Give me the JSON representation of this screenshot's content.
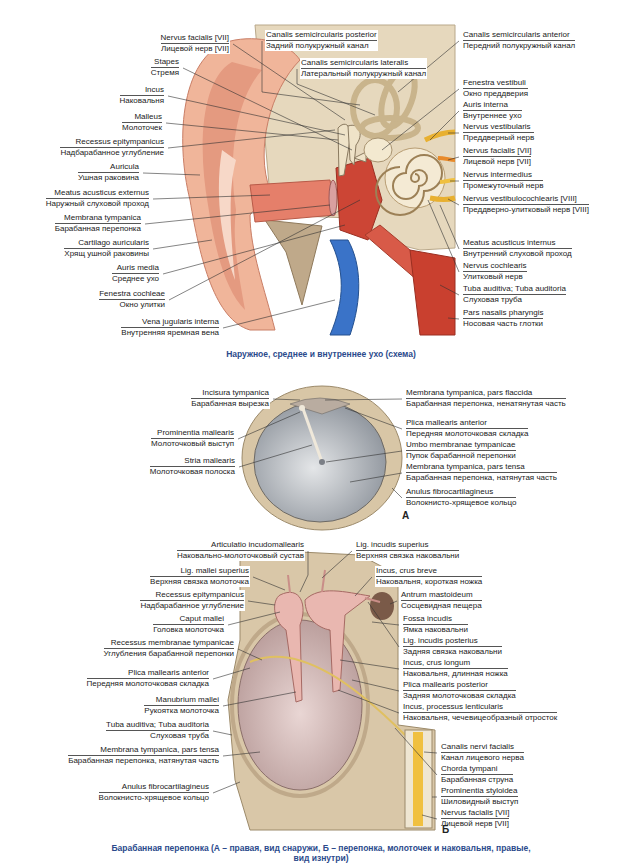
{
  "diagram": {
    "caption": "Барабанная перепонка (А – правая, вид снаружи, Б – перепонка, молоточек и наковальня, правые, вид изнутри)",
    "labels": [
      "Nervus facialis [VII]",
      "Лицевой нерв [VII]",
      "Stapes",
      "Стремя",
      "Incus",
      "Наковальня",
      "Malleus",
      "Молоточек",
      "Recessus epitympanicus",
      "Надбарабанное углубление",
      "Auricula",
      "Ушная раковина",
      "Meatus acusticus externus",
      "Наружный слуховой проход",
      "Membrana tympanica",
      "Барабанная перепонка",
      "Cartilago auricularis",
      "Хрящ ушной раковины",
      "Auris media",
      "Среднее ухо",
      "Fenestra cochleae",
      "Окно улитки",
      "Vena jugularis interna",
      "Внутренняя яремная вена",
      "Canalis semicircularis posterior",
      "Задний полукружный канал",
      "Canalis semicircularis lateralis",
      "Латеральный полукружный канал",
      "Canalis semicircularis anterior",
      "Передний полукружный канал",
      "Fenestra vestibuli",
      "Окно преддверия",
      "Auris interna",
      "Внутреннее ухо",
      "Nervus vestibularis",
      "Преддверный нерв",
      "Nervus facialis [VII]",
      "Лицевой нерв [VII]",
      "Nervus intermedius",
      "Промежуточный нерв",
      "Nervus vestibulocochlearis [VIII]",
      "Преддверно-улитковый нерв [VIII]",
      "Meatus acusticus internus",
      "Внутренний слуховой проход",
      "Nervus cochlearis",
      "Улитковый нерв",
      "Tuba auditiva; Tuba auditoria",
      "Слуховая труба",
      "Pars nasalis pharyngis",
      "Носовая часть глотки",
      "Incisura tympanica",
      "Барабанная вырезка",
      "Prominentia mallearis",
      "Молоточковый выступ",
      "Stria mallearis",
      "Молоточковая полоска",
      "Membrana tympanica, pars flaccida",
      "Барабанная перепонка, ненатянутая часть",
      "Plica mallearis anterior",
      "Передняя молоточковая складка",
      "Umbo membranae tympanicae",
      "Пупок барабанной перепонки",
      "Membrana tympanica, pars tensa",
      "Барабанная перепонка, натянутая часть",
      "Anulus fibrocartilagineus",
      "Волокнисто-хрящевое кольцо",
      "Articulatio incudomallearis",
      "Наковально-молоточковый сустав",
      "Lig. mallei superius",
      "Верхняя связка молоточка",
      "Recessus epitympanicus",
      "Надбарабанное углубление",
      "Caput mallei",
      "Головка молоточка",
      "Recessus membranae tympanicae",
      "Углубления барабанной перепонки",
      "Plica mallearis anterior",
      "Передняя молоточковая складка",
      "Manubrium mallei",
      "Рукоятка молоточка",
      "Tuba auditiva; Tuba auditoria",
      "Слуховая труба",
      "Membrana tympanica, pars tensa",
      "Барабанная перепонка, натянутая часть",
      "Anulus fibrocartilagineus",
      "Волокнисто-хрящевое кольцо",
      "Lig. incudis superius",
      "Верхняя связка наковальни",
      "Incus, crus breve",
      "Наковальня, короткая ножка",
      "Antrum mastoideum",
      "Сосцевидная пещера",
      "Fossa incudis",
      "Ямка наковальни",
      "Lig. incudis posterius",
      "Задняя связка наковальни",
      "Incus, crus longum",
      "Наковальня, длинная ножка",
      "Plica mallearis posterior",
      "Задняя молоточковая складка",
      "Incus, processus lenticularis",
      "Наковальня, чечевицеобразный отросток",
      "Canalis nervi facialis",
      "Канал лицевого нерва",
      "Chorda tympani",
      "Барабанная струна",
      "Prominentia styloidea",
      "Шиловидный выступ",
      "Nervus facialis [VII]",
      "Лицевой нерв [VII]",
      "А",
      "Б",
      "Наружное, среднее и внутреннее ухо (схема)"
    ]
  }
}
